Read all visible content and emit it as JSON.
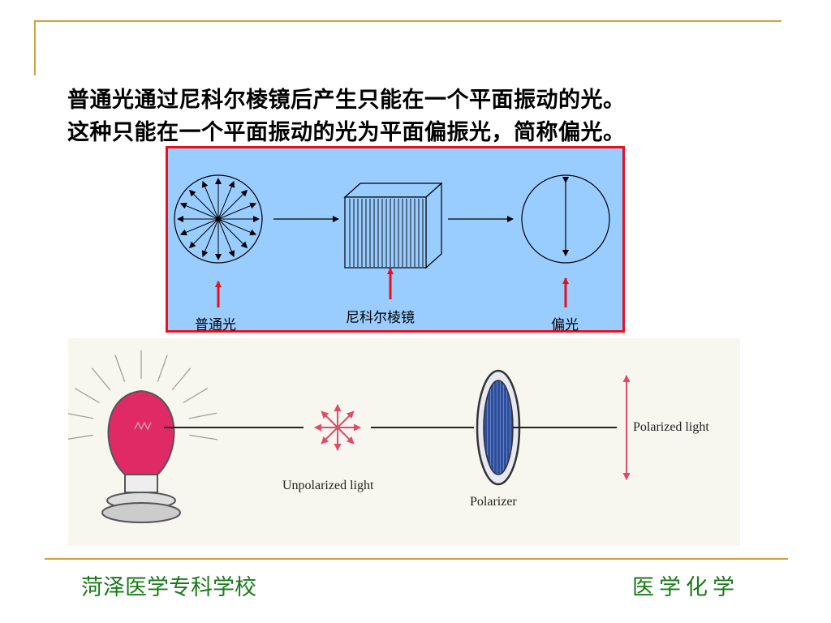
{
  "slide": {
    "lines": [
      "普通光通过尼科尔棱镜后产生只能在一个平面振动的光。",
      "这种只能在一个平面振动的光为平面偏振光，简称偏光。"
    ]
  },
  "diagram": {
    "labels": {
      "ordinary_light": "普通光",
      "nicol_prism": "尼科尔棱镜",
      "polarized_light": "偏光"
    }
  },
  "illustration": {
    "unpolarized_label": "Unpolarized light",
    "polarizer_label": "Polarizer",
    "polarized_label": "Polarized light"
  },
  "footer": {
    "left": "菏泽医学专科学校",
    "right": "医学化学"
  },
  "colors": {
    "rule": "#d4a23a",
    "box_border": "#e8101c",
    "box_fill": "#99ccff",
    "footer_text": "#1a7a1a"
  }
}
